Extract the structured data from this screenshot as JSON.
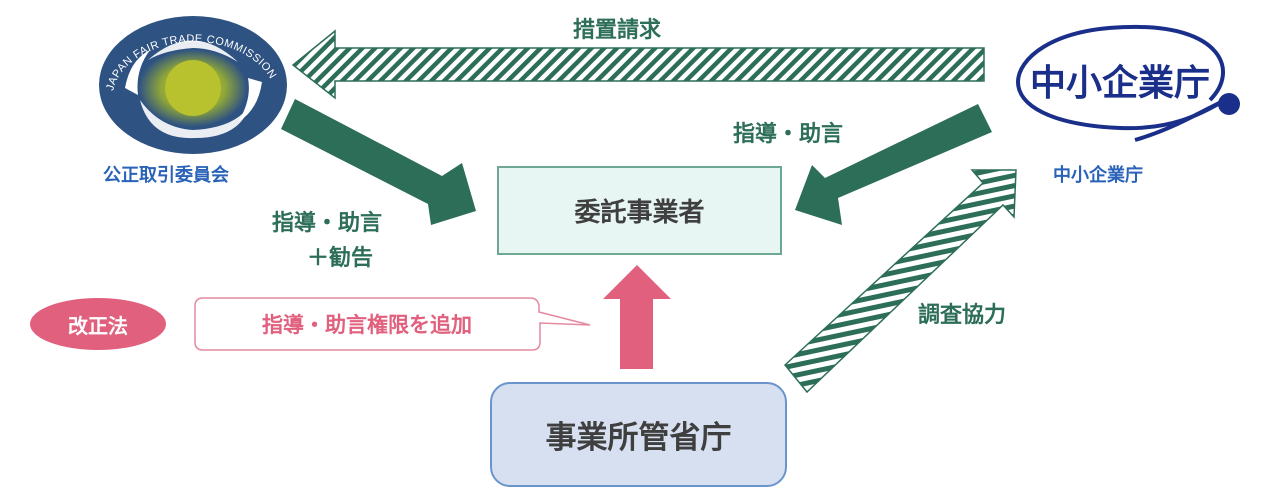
{
  "agencies": {
    "jftc": {
      "name": "公正取引委員会",
      "emblem_text": "JAPAN FAIR TRADE COMMISSION"
    },
    "sme_agency": {
      "name": "中小企業庁",
      "logo_text": "中小企業庁"
    }
  },
  "boxes": {
    "contractor": "委託事業者",
    "ministry": "事業所管省庁"
  },
  "arrows": {
    "measure_request": "措置請求",
    "jftc_to_contractor": {
      "line1": "指導・助言",
      "line2": "＋勧告"
    },
    "sme_to_contractor": "指導・助言",
    "investigation_cooperation": "調査協力"
  },
  "amendment": {
    "badge": "改正法",
    "callout": "指導・助言権限を追加"
  },
  "colors": {
    "green": "#2d6e58",
    "blue": "#2a62b8",
    "pink": "#e0607e",
    "navy": "#1a2f8a",
    "emblem_blue": "#2e5282",
    "emblem_yellow": "#b8c12e"
  }
}
